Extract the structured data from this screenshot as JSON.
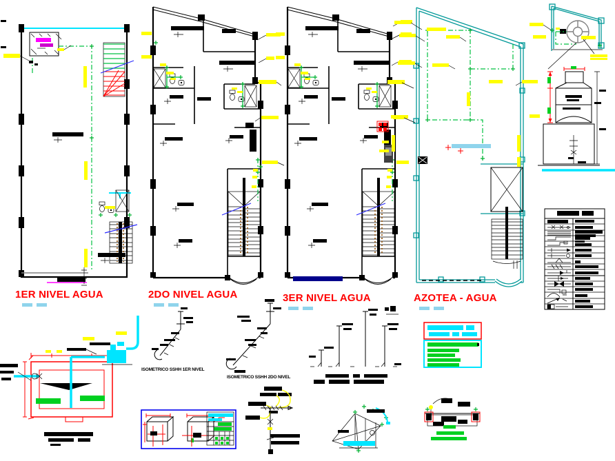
{
  "plan_titles": [
    {
      "id": "nivel-1",
      "label": "1ER NIVEL AGUA"
    },
    {
      "id": "nivel-2",
      "label": "2DO NIVEL AGUA"
    },
    {
      "id": "nivel-3",
      "label": "3ER NIVEL AGUA"
    },
    {
      "id": "azotea",
      "label": "AZOTEA - AGUA"
    }
  ],
  "captions": {
    "isometric_1": "ISOMETRICO SSHH 1ER NIVEL",
    "isometric_2": "ISOMETRICO SSHH 2DO NIVEL"
  },
  "palette": {
    "title_red": "#ff0000",
    "title_underline_blue": "#8fd4ec",
    "wall_black": "#000000",
    "pipe_green": "#00c040",
    "highlight_yellow": "#ffff00",
    "water_cyan": "#00e5ff",
    "azotea_teal": "#009898",
    "stair_red": "#ff0000",
    "magenta": "#ff00ff",
    "leader_blue": "#2a2aff",
    "note_green": "#00d020",
    "navy_blue": "#00008b",
    "brown": "#9a6020",
    "gray": "#808080"
  },
  "legend": {
    "row_count": 16
  }
}
